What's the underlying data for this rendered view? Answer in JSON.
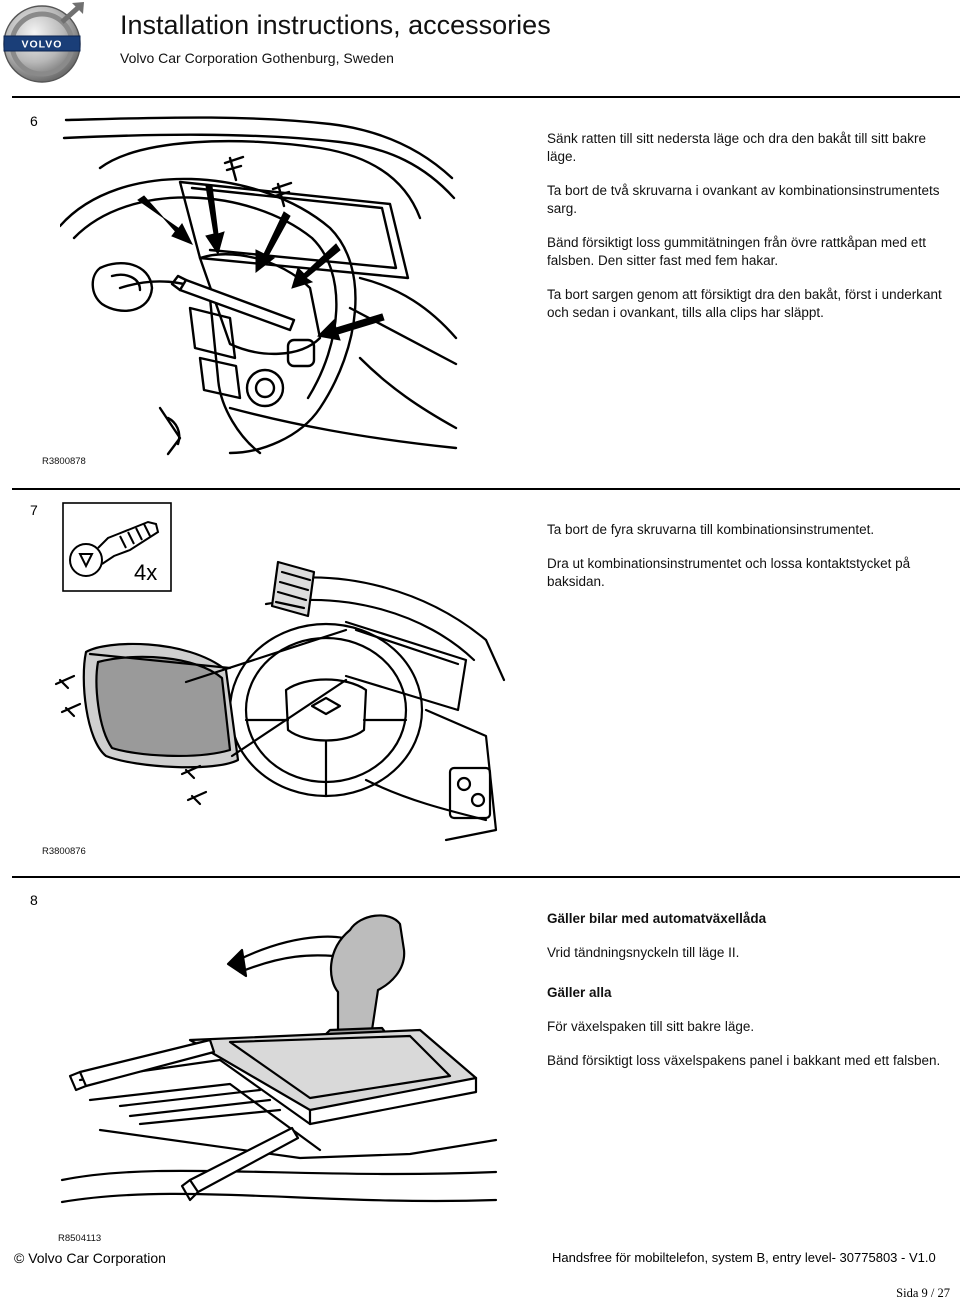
{
  "header": {
    "logo_text": "VOLVO",
    "title": "Installation instructions, accessories",
    "subtitle": "Volvo Car Corporation Gothenburg, Sweden"
  },
  "steps": [
    {
      "number": "6",
      "paragraphs": [
        "Sänk ratten till sitt nedersta läge och dra den bakåt till sitt bakre läge.",
        "Ta bort de två skruvarna i ovankant av kombinationsinstrumentets sarg.",
        "Bänd försiktigt loss gummitätningen från övre rattkåpan med ett falsben. Den sitter fast med fem hakar.",
        "Ta bort sargen genom att försiktigt dra den bakåt, först i underkant och sedan i ovankant, tills alla clips har släppt."
      ],
      "figure_ref": "R3800878"
    },
    {
      "number": "7",
      "paragraphs": [
        "Ta bort de fyra skruvarna till kombinationsinstrumentet.",
        "Dra ut kombinationsinstrumentet och lossa kontaktstycket på baksidan."
      ],
      "screw_count_label": "4x",
      "figure_ref": "R3800876"
    },
    {
      "number": "8",
      "heading_automatic": "Gäller bilar med automatväxellåda",
      "para_automatic": "Vrid tändningsnyckeln till läge II.",
      "heading_all": "Gäller alla",
      "para_all_1": "För växelspaken till sitt bakre läge.",
      "para_all_2": "Bänd försiktigt loss växelspakens panel i bakkant med ett falsben.",
      "figure_ref": "R8504113"
    }
  ],
  "footer": {
    "copyright": "© Volvo Car Corporation",
    "document": "Handsfree för mobiltelefon, system B, entry level- 30775803 - V1.0",
    "page": "Sida 9 / 27"
  }
}
